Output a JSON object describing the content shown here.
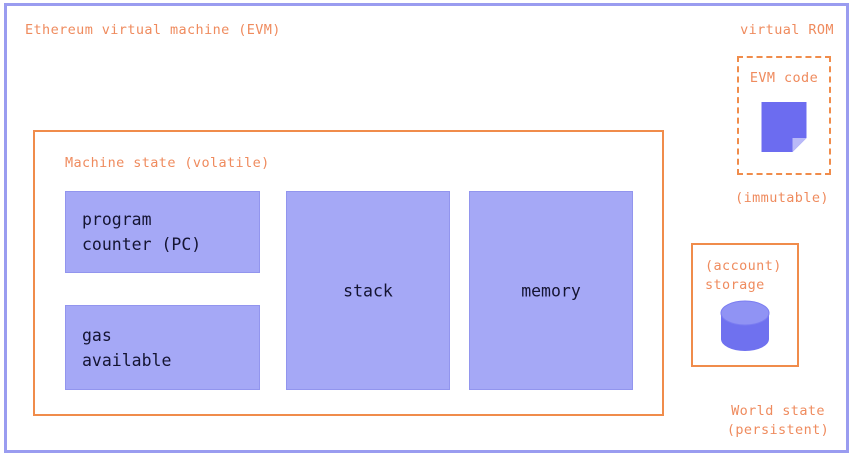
{
  "diagram": {
    "title": "Ethereum virtual machine (EVM)",
    "colors": {
      "frame_border": "#9a9cf0",
      "accent_orange": "#ef8b5e",
      "box_fill": "#a5a8f6",
      "box_border": "#9295ee",
      "icon_purple": "#6c6cf0",
      "icon_purple_light": "#8e8ef5",
      "text_dark": "#141432",
      "background": "#ffffff"
    },
    "machine_state": {
      "title": "Machine state (volatile)",
      "blocks": [
        {
          "id": "program-counter",
          "label": "program\ncounter (PC)",
          "align": "left"
        },
        {
          "id": "gas-available",
          "label": "gas\navailable",
          "align": "left"
        },
        {
          "id": "stack",
          "label": "stack",
          "align": "center"
        },
        {
          "id": "memory",
          "label": "memory",
          "align": "center"
        }
      ]
    },
    "virtual_rom": {
      "label": "virtual ROM",
      "box_title": "EVM code",
      "icon": "document-icon",
      "footnote": "(immutable)"
    },
    "world_state": {
      "storage_title": "(account)\nstorage",
      "icon": "database-cylinder-icon",
      "footnote": "World state\n(persistent)"
    }
  }
}
